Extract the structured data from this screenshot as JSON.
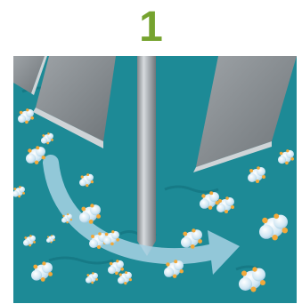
{
  "step": {
    "number": "1"
  },
  "colors": {
    "step_number": "#76a32f",
    "fluid": "#1d8a96",
    "fluid_dark": "#13707b",
    "blade_gray": "#8f9498",
    "blade_edge": "#cfd4d7",
    "needle_gray": "#a8adb1",
    "particle_fill": "#d9edf8",
    "particle_tip": "#f2a93a",
    "flow_arrow": "#a7d2e4"
  },
  "icons": {
    "flow": "curved-arrow",
    "particles": "particle-cluster",
    "blades": "cutting-blade",
    "needle": "probe-needle"
  }
}
